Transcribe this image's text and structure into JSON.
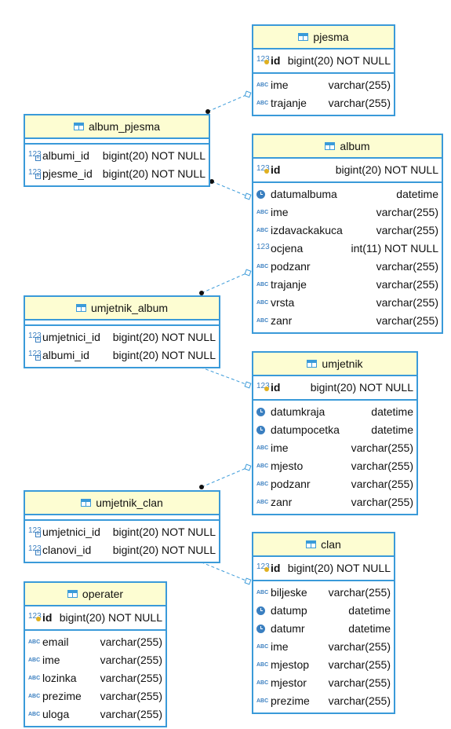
{
  "tables": {
    "pjesma": {
      "title": "pjesma",
      "pk": [
        {
          "name": "id",
          "type": "bigint(20) NOT NULL",
          "icon": "key-123-icon"
        }
      ],
      "cols": [
        {
          "name": "ime",
          "type": "varchar(255)",
          "icon": "abc-icon"
        },
        {
          "name": "trajanje",
          "type": "varchar(255)",
          "icon": "abc-icon"
        }
      ]
    },
    "album_pjesma": {
      "title": "album_pjesma",
      "pk": [],
      "cols": [
        {
          "name": "albumi_id",
          "type": "bigint(20) NOT NULL",
          "icon": "fk-123-icon"
        },
        {
          "name": "pjesme_id",
          "type": "bigint(20) NOT NULL",
          "icon": "fk-123-icon"
        }
      ]
    },
    "album": {
      "title": "album",
      "pk": [
        {
          "name": "id",
          "type": "bigint(20) NOT NULL",
          "icon": "key-123-icon"
        }
      ],
      "cols": [
        {
          "name": "datumalbuma",
          "type": "datetime",
          "icon": "clock-icon"
        },
        {
          "name": "ime",
          "type": "varchar(255)",
          "icon": "abc-icon"
        },
        {
          "name": "izdavackakuca",
          "type": "varchar(255)",
          "icon": "abc-icon"
        },
        {
          "name": "ocjena",
          "type": "int(11) NOT NULL",
          "icon": "123-icon"
        },
        {
          "name": "podzanr",
          "type": "varchar(255)",
          "icon": "abc-icon"
        },
        {
          "name": "trajanje",
          "type": "varchar(255)",
          "icon": "abc-icon"
        },
        {
          "name": "vrsta",
          "type": "varchar(255)",
          "icon": "abc-icon"
        },
        {
          "name": "zanr",
          "type": "varchar(255)",
          "icon": "abc-icon"
        }
      ]
    },
    "umjetnik_album": {
      "title": "umjetnik_album",
      "pk": [],
      "cols": [
        {
          "name": "umjetnici_id",
          "type": "bigint(20) NOT NULL",
          "icon": "fk-123-icon"
        },
        {
          "name": "albumi_id",
          "type": "bigint(20) NOT NULL",
          "icon": "fk-123-icon"
        }
      ]
    },
    "umjetnik": {
      "title": "umjetnik",
      "pk": [
        {
          "name": "id",
          "type": "bigint(20) NOT NULL",
          "icon": "key-123-icon"
        }
      ],
      "cols": [
        {
          "name": "datumkraja",
          "type": "datetime",
          "icon": "clock-icon"
        },
        {
          "name": "datumpocetka",
          "type": "datetime",
          "icon": "clock-icon"
        },
        {
          "name": "ime",
          "type": "varchar(255)",
          "icon": "abc-icon"
        },
        {
          "name": "mjesto",
          "type": "varchar(255)",
          "icon": "abc-icon"
        },
        {
          "name": "podzanr",
          "type": "varchar(255)",
          "icon": "abc-icon"
        },
        {
          "name": "zanr",
          "type": "varchar(255)",
          "icon": "abc-icon"
        }
      ]
    },
    "umjetnik_clan": {
      "title": "umjetnik_clan",
      "pk": [],
      "cols": [
        {
          "name": "umjetnici_id",
          "type": "bigint(20) NOT NULL",
          "icon": "fk-123-icon"
        },
        {
          "name": "clanovi_id",
          "type": "bigint(20) NOT NULL",
          "icon": "fk-123-icon"
        }
      ]
    },
    "clan": {
      "title": "clan",
      "pk": [
        {
          "name": "id",
          "type": "bigint(20) NOT NULL",
          "icon": "key-123-icon"
        }
      ],
      "cols": [
        {
          "name": "biljeske",
          "type": "varchar(255)",
          "icon": "abc-icon"
        },
        {
          "name": "datump",
          "type": "datetime",
          "icon": "clock-icon"
        },
        {
          "name": "datumr",
          "type": "datetime",
          "icon": "clock-icon"
        },
        {
          "name": "ime",
          "type": "varchar(255)",
          "icon": "abc-icon"
        },
        {
          "name": "mjestop",
          "type": "varchar(255)",
          "icon": "abc-icon"
        },
        {
          "name": "mjestor",
          "type": "varchar(255)",
          "icon": "abc-icon"
        },
        {
          "name": "prezime",
          "type": "varchar(255)",
          "icon": "abc-icon"
        }
      ]
    },
    "operater": {
      "title": "operater",
      "pk": [
        {
          "name": "id",
          "type": "bigint(20) NOT NULL",
          "icon": "key-123-icon"
        }
      ],
      "cols": [
        {
          "name": "email",
          "type": "varchar(255)",
          "icon": "abc-icon"
        },
        {
          "name": "ime",
          "type": "varchar(255)",
          "icon": "abc-icon"
        },
        {
          "name": "lozinka",
          "type": "varchar(255)",
          "icon": "abc-icon"
        },
        {
          "name": "prezime",
          "type": "varchar(255)",
          "icon": "abc-icon"
        },
        {
          "name": "uloga",
          "type": "varchar(255)",
          "icon": "abc-icon"
        }
      ]
    }
  },
  "relations": [
    {
      "from": "album_pjesma",
      "to": "pjesma"
    },
    {
      "from": "album_pjesma",
      "to": "album"
    },
    {
      "from": "umjetnik_album",
      "to": "album"
    },
    {
      "from": "umjetnik_album",
      "to": "umjetnik"
    },
    {
      "from": "umjetnik_clan",
      "to": "umjetnik"
    },
    {
      "from": "umjetnik_clan",
      "to": "clan"
    }
  ],
  "colors": {
    "border": "#3a9ad9",
    "header_bg": "#fdfdd2",
    "line": "#3a9ad9"
  }
}
